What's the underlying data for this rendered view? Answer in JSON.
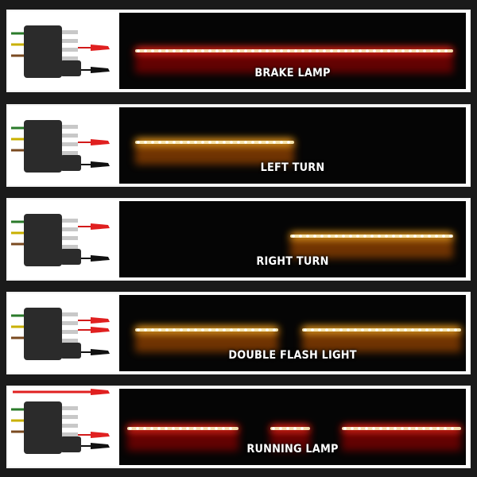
{
  "panels": [
    {
      "caption": "BRAKE LAMP",
      "mode": "brake",
      "connected_wires": [
        1
      ],
      "color": "#ff2a1a"
    },
    {
      "caption": "LEFT TURN",
      "mode": "left",
      "connected_wires": [
        1
      ],
      "color": "#ffb020"
    },
    {
      "caption": "RIGHT TURN",
      "mode": "right",
      "connected_wires": [
        0
      ],
      "color": "#ffb020"
    },
    {
      "caption": "DOUBLE FLASH LIGHT",
      "mode": "double",
      "connected_wires": [
        0,
        1
      ],
      "color": "#ffb020"
    },
    {
      "caption": "RUNNING LAMP",
      "mode": "running",
      "connected_wires": [
        2
      ],
      "color": "#ff2a1a"
    }
  ],
  "icons": {
    "connector": "trailer-connector-icon",
    "clip_red": "red-alligator-clip-icon",
    "clip_black": "black-alligator-clip-icon"
  }
}
